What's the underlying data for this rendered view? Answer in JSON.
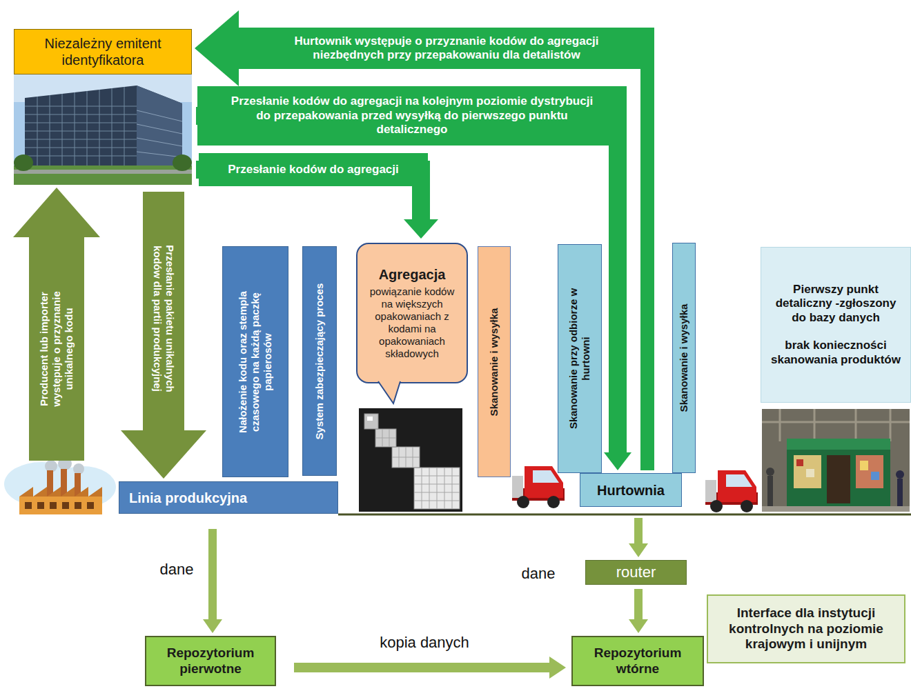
{
  "diagram": {
    "nodes": [
      {
        "text": [
          "Niezależny emitent identyfikatora"
        ]
      },
      {
        "text": [
          "Linia produkcyjna"
        ]
      },
      {
        "text": [
          "Nałożenie kodu oraz stempla czasowego na każdą paczkę papierosów"
        ]
      },
      {
        "text": [
          "System zabezpieczający proces"
        ]
      },
      {
        "text": [
          "Agregacja",
          "powiązanie kodów na większych opakowaniach z kodami na opakowaniach składowych"
        ]
      },
      {
        "text": [
          "Skanowanie i wysyłka"
        ]
      },
      {
        "text": [
          "Skanowanie przy odbiorze w hurtowni"
        ]
      },
      {
        "text": [
          "Hurtownia"
        ]
      },
      {
        "text": [
          "Skanowanie i wysyłka"
        ]
      },
      {
        "text": [
          "Pierwszy punkt detaliczny -zgłoszony do bazy danych",
          "brak konieczności skanowania produktów"
        ]
      },
      {
        "text": [
          "router"
        ]
      },
      {
        "text": [
          "Repozytorium pierwotne"
        ]
      },
      {
        "text": [
          "Repozytorium wtórne"
        ]
      },
      {
        "text": [
          "Interface dla instytucji kontrolnych na poziomie krajowym i unijnym"
        ]
      }
    ],
    "edges": [
      {
        "from": 1,
        "to": 0,
        "arrow": "to",
        "label": "Producent lub importer występuje o przyznanie unikalnego kodu"
      },
      {
        "from": 0,
        "to": 1,
        "arrow": "to",
        "label": "Przesłanie pakietu unikalnych kodów dla partii produkcyjnej"
      },
      {
        "from": 0,
        "to": 4,
        "arrow": "to",
        "label": "Przesłanie kodów do agregacji"
      },
      {
        "from": 0,
        "to": 7,
        "arrow": "to",
        "label": "Przesłanie kodów do agregacji na kolejnym poziomie dystrybucji do przepakowania przed wysyłką do pierwszego punktu detalicznego"
      },
      {
        "from": 7,
        "to": 0,
        "arrow": "to",
        "label": "Hurtownik występuje o przyznanie kodów do agregacji niezbędnych przy przepakowaniu dla detalistów"
      },
      {
        "from": 1,
        "to": 11,
        "arrow": "to",
        "label": "dane"
      },
      {
        "from": 7,
        "to": 10,
        "arrow": "to",
        "label": "dane"
      },
      {
        "from": 10,
        "to": 12,
        "arrow": "to"
      },
      {
        "from": 11,
        "to": 12,
        "arrow": "to",
        "label": "kopia danych"
      }
    ]
  }
}
